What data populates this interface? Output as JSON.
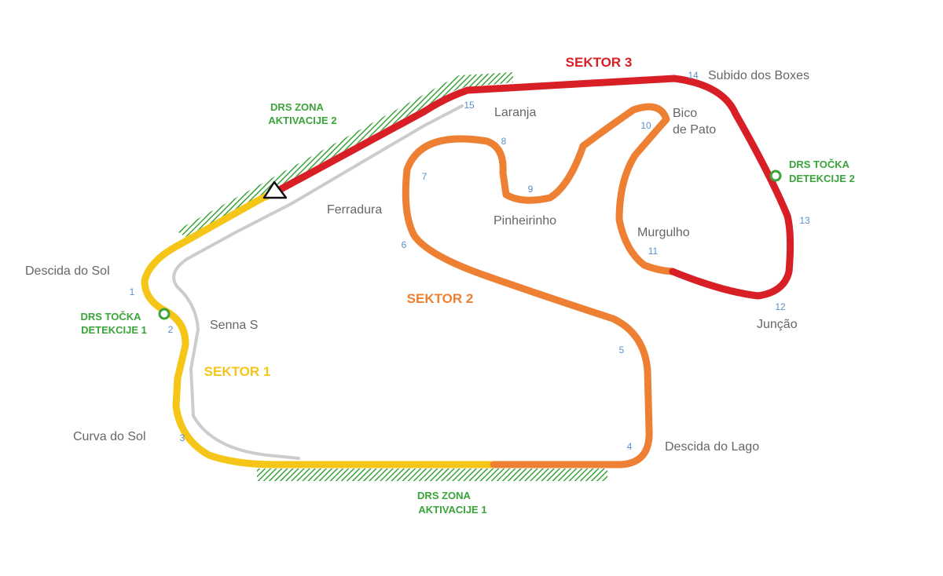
{
  "sectors": [
    {
      "name": "SEKTOR 1",
      "color": "#f5c518"
    },
    {
      "name": "SEKTOR 2",
      "color": "#ee8033"
    },
    {
      "name": "SEKTOR 3",
      "color": "#d81f26"
    }
  ],
  "colors": {
    "drs": "#3aa43a",
    "pit_lane": "#cccccc",
    "corner_number": "#5b8fc9",
    "corner_name": "#666666"
  },
  "drs": {
    "zone1": {
      "line1": "DRS ZONA",
      "line2": "AKTIVACIJE 1"
    },
    "zone2": {
      "line1": "DRS ZONA",
      "line2": "AKTIVACIJE 2"
    },
    "detect1": {
      "line1": "DRS TOČKA",
      "line2": "DETEKCIJE 1"
    },
    "detect2": {
      "line1": "DRS TOČKA",
      "line2": "DETEKCIJE 2"
    }
  },
  "corner_names": {
    "descida_do_sol": "Descida do Sol",
    "senna_s": "Senna S",
    "curva_do_sol": "Curva do Sol",
    "descida_do_lago": "Descida do Lago",
    "ferradura": "Ferradura",
    "laranja": "Laranja",
    "pinheirinho": "Pinheirinho",
    "bico_line1": "Bico",
    "bico_line2": "de Pato",
    "murgulho": "Murgulho",
    "juncao": "Junção",
    "subido_dos_boxes": "Subido dos Boxes"
  },
  "corner_numbers": [
    "1",
    "2",
    "3",
    "4",
    "5",
    "6",
    "7",
    "8",
    "9",
    "10",
    "11",
    "12",
    "13",
    "14",
    "15"
  ],
  "start_finish_icon": "triangle-icon"
}
